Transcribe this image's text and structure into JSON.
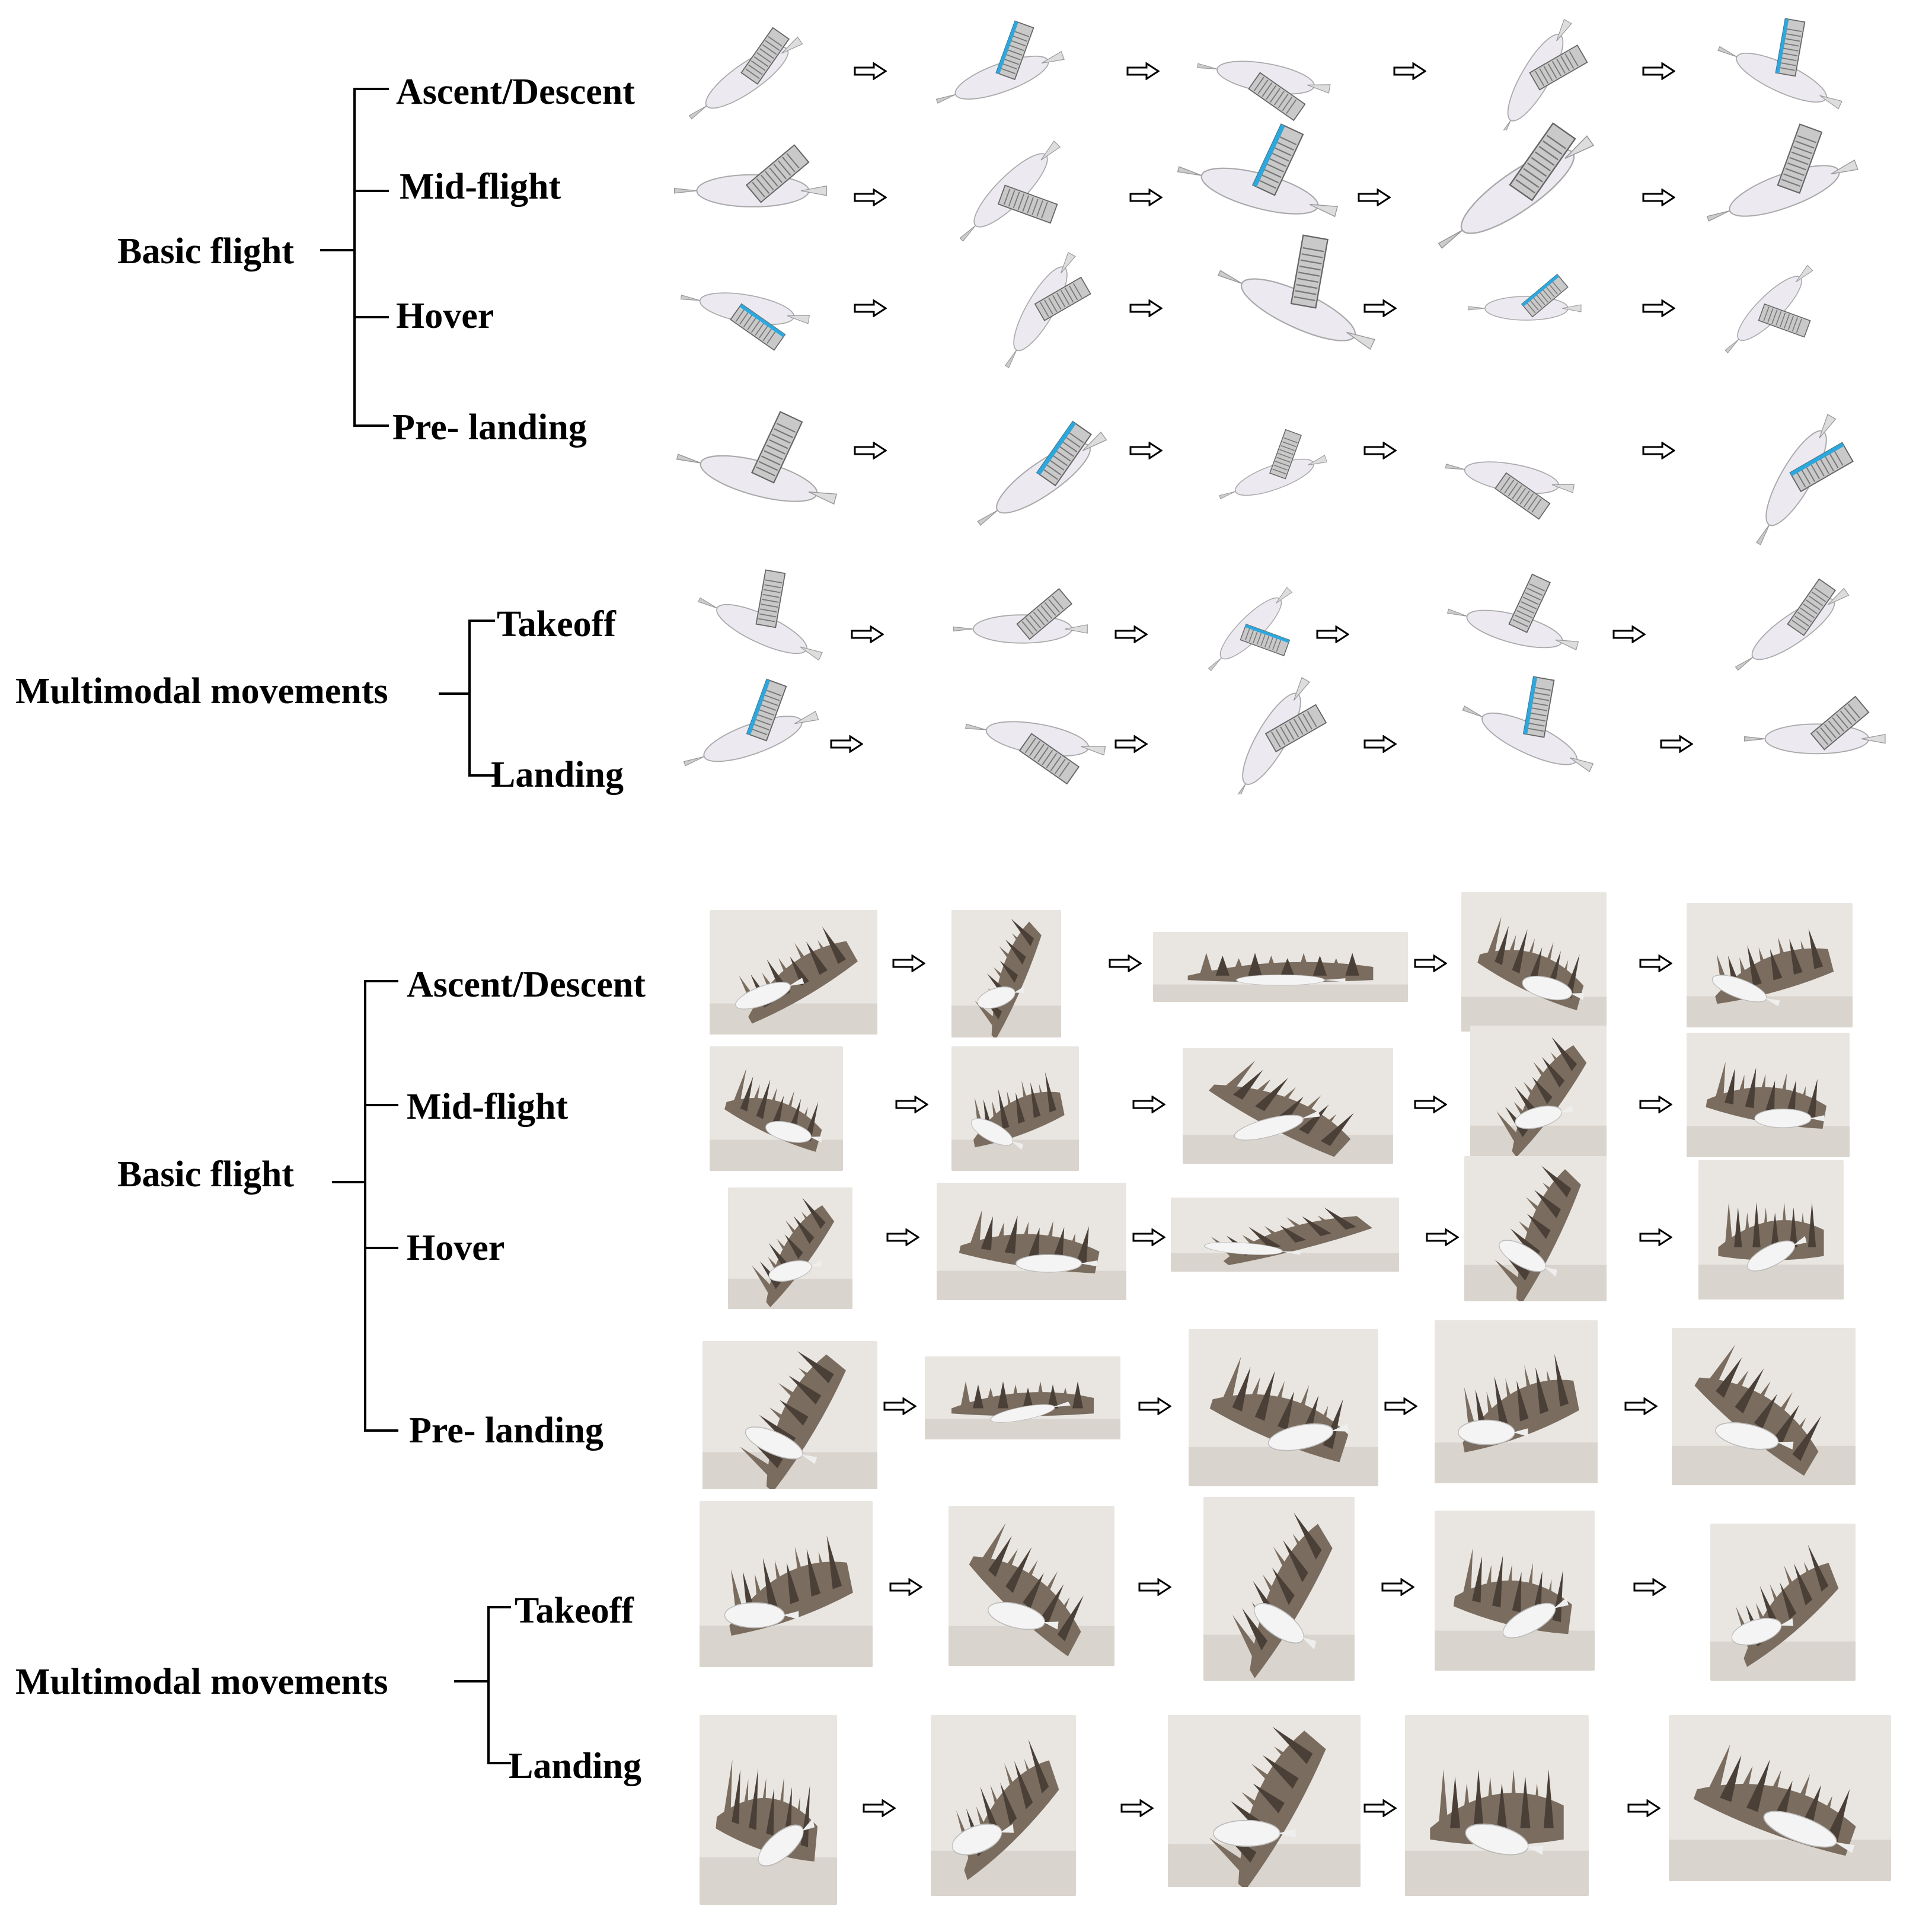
{
  "panel_top": {
    "group_basic": "Basic flight",
    "group_multi": "Multimodal movements",
    "rows": [
      {
        "label": "Ascent/Descent"
      },
      {
        "label": "Mid-flight"
      },
      {
        "label": "Hover"
      },
      {
        "label": "Pre- landing"
      },
      {
        "label": "Takeoff"
      },
      {
        "label": "Landing"
      }
    ]
  },
  "panel_bottom": {
    "group_basic": "Basic flight",
    "group_multi": "Multimodal movements",
    "rows": [
      {
        "label": "Ascent/Descent"
      },
      {
        "label": "Mid-flight"
      },
      {
        "label": "Hover"
      },
      {
        "label": "Pre- landing"
      },
      {
        "label": "Takeoff"
      },
      {
        "label": "Landing"
      }
    ]
  },
  "colors": {
    "robot_body": "#ece9f1",
    "robot_wing": "#c9c9c9",
    "accent_blue": "#2aa8e0",
    "feather_dark": "#4a4038",
    "feather_mid": "#7a6c5e",
    "photo_bg": "#e9e6e2"
  }
}
